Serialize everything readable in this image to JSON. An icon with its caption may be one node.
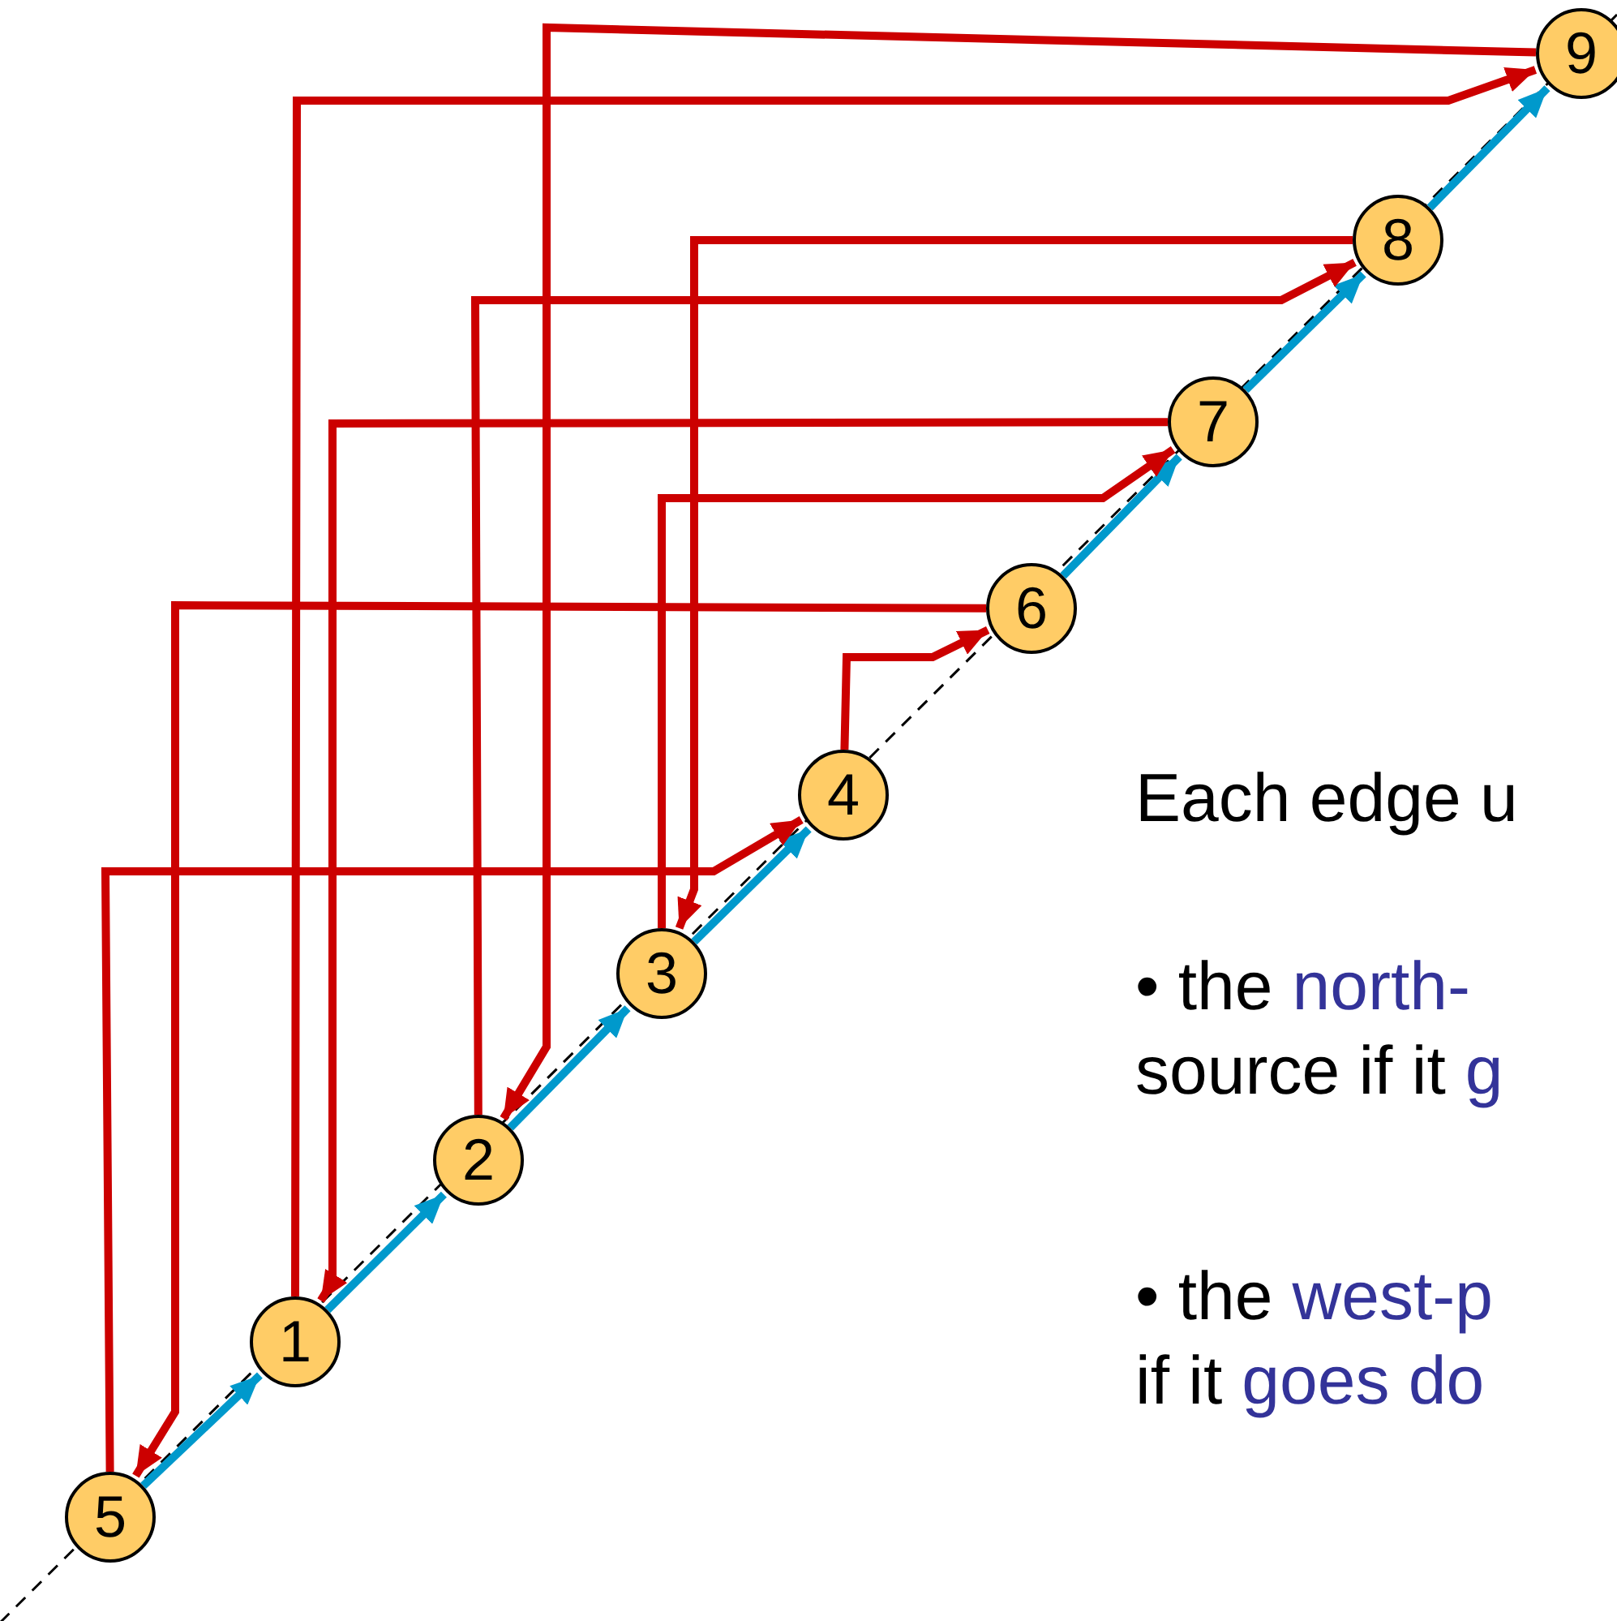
{
  "diagram": {
    "nodes": [
      {
        "text": [
          "1"
        ]
      },
      {
        "text": [
          "2"
        ]
      },
      {
        "text": [
          "3"
        ]
      },
      {
        "text": [
          "4"
        ]
      },
      {
        "text": [
          "5"
        ]
      },
      {
        "text": [
          "6"
        ]
      },
      {
        "text": [
          "7"
        ]
      },
      {
        "text": [
          "8"
        ]
      },
      {
        "text": [
          "9"
        ]
      }
    ],
    "edges": [
      {
        "from": 4,
        "to": 0,
        "arrow": "to",
        "color": "#0099cc"
      },
      {
        "from": 0,
        "to": 1,
        "arrow": "to",
        "color": "#0099cc"
      },
      {
        "from": 1,
        "to": 2,
        "arrow": "to",
        "color": "#0099cc"
      },
      {
        "from": 2,
        "to": 3,
        "arrow": "to",
        "color": "#0099cc"
      },
      {
        "from": 5,
        "to": 6,
        "arrow": "to",
        "color": "#0099cc"
      },
      {
        "from": 6,
        "to": 7,
        "arrow": "to",
        "color": "#0099cc"
      },
      {
        "from": 7,
        "to": 8,
        "arrow": "to",
        "color": "#0099cc"
      },
      {
        "from": 4,
        "to": 3,
        "arrow": "to"
      },
      {
        "from": 5,
        "to": 4,
        "arrow": "to"
      },
      {
        "from": 0,
        "to": 8,
        "arrow": "to"
      },
      {
        "from": 6,
        "to": 0,
        "arrow": "to"
      },
      {
        "from": 1,
        "to": 7,
        "arrow": "to"
      },
      {
        "from": 8,
        "to": 1,
        "arrow": "to"
      },
      {
        "from": 2,
        "to": 6,
        "arrow": "to"
      },
      {
        "from": 7,
        "to": 2,
        "arrow": "to"
      },
      {
        "from": 3,
        "to": 5,
        "arrow": "to"
      }
    ],
    "labels": [
      "Each edge u",
      "• the",
      "north-",
      "source if it",
      "g",
      "• the",
      "west-p",
      "if it",
      "goes do"
    ]
  }
}
